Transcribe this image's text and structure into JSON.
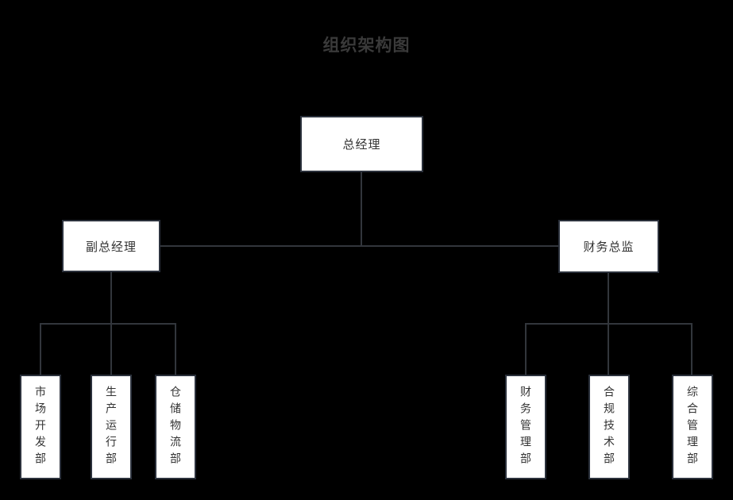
{
  "title": "组织架构图",
  "colors": {
    "background": "#000000",
    "box_fill": "#ffffff",
    "box_border": "#2b313c",
    "connector_line": "#32363c",
    "box_text": "#333333",
    "title_text": "#3a3a3a"
  },
  "org": {
    "root": {
      "label": "总经理"
    },
    "managers": [
      {
        "label": "副总经理"
      },
      {
        "label": "财务总监"
      }
    ],
    "departments_left": [
      {
        "label": "市场开发部"
      },
      {
        "label": "生产运行部"
      },
      {
        "label": "仓储物流部"
      }
    ],
    "departments_right": [
      {
        "label": "财务管理部"
      },
      {
        "label": "合规技术部"
      },
      {
        "label": "综合管理部"
      }
    ]
  }
}
